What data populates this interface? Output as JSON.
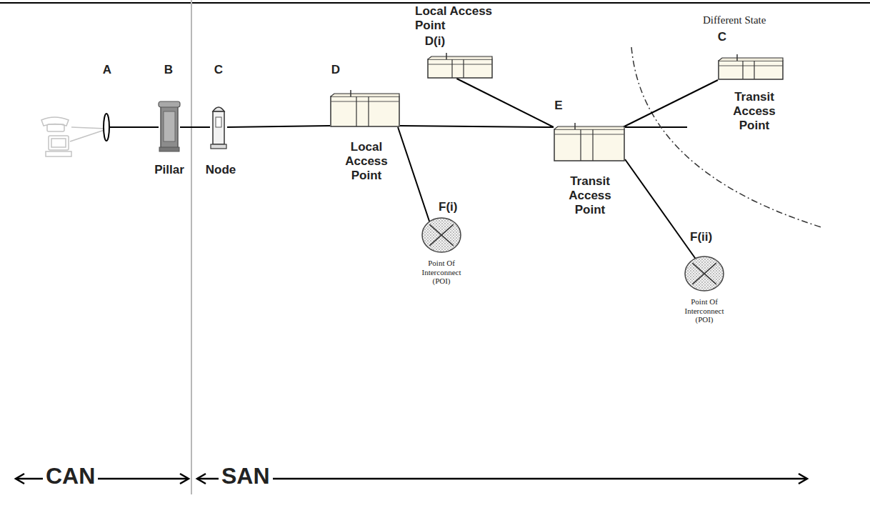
{
  "diagram": {
    "nodes": [
      {
        "text": [
          "A"
        ]
      },
      {
        "text": [
          "B",
          "Pillar"
        ]
      },
      {
        "text": [
          "C",
          "Node"
        ]
      },
      {
        "text": [
          "D",
          "Local Access Point"
        ]
      },
      {
        "text": [
          "Local Access Point",
          "D(i)"
        ]
      },
      {
        "text": [
          "E",
          "Transit Access Point"
        ]
      },
      {
        "text": [
          "C",
          "Transit Access Point"
        ]
      },
      {
        "text": [
          "F(i)",
          "Point Of Interconnect (POI)"
        ]
      },
      {
        "text": [
          "F(ii)",
          "Point Of Interconnect (POI)"
        ]
      }
    ],
    "edges": [
      {
        "from": 0,
        "to": 1,
        "arrow": "none"
      },
      {
        "from": 1,
        "to": 2,
        "arrow": "none"
      },
      {
        "from": 2,
        "to": 3,
        "arrow": "none"
      },
      {
        "from": 3,
        "to": 5,
        "arrow": "none"
      },
      {
        "from": 3,
        "to": 7,
        "arrow": "none"
      },
      {
        "from": 4,
        "to": 5,
        "arrow": "none"
      },
      {
        "from": 5,
        "to": 6,
        "arrow": "none"
      },
      {
        "from": 5,
        "to": 8,
        "arrow": "none"
      }
    ],
    "labels": [
      "Different State",
      "CAN",
      "SAN"
    ]
  }
}
